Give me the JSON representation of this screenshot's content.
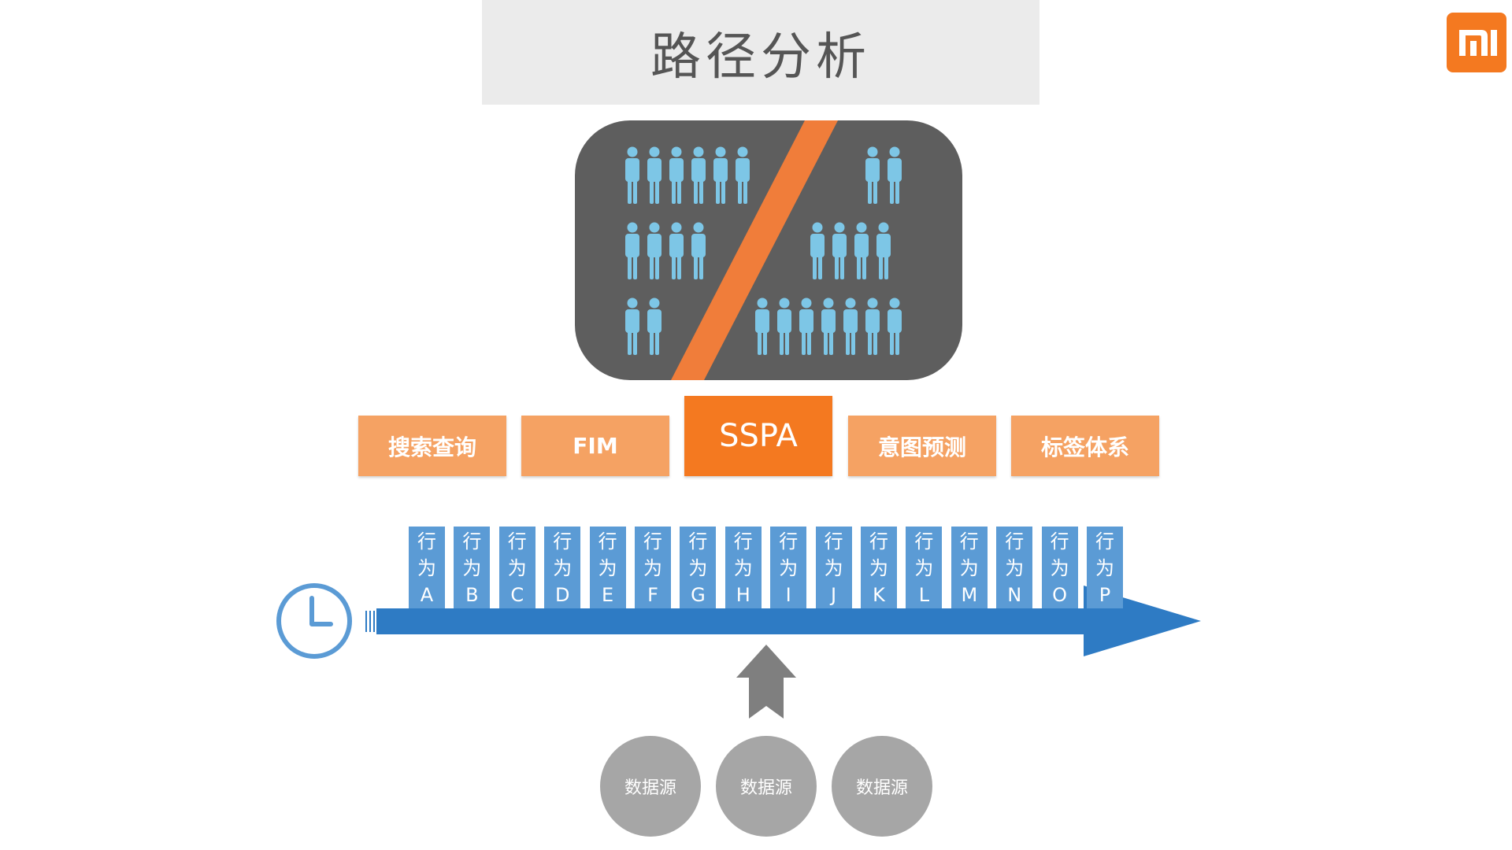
{
  "title": "路径分析",
  "colors": {
    "accent_orange": "#f47920",
    "light_orange": "#f5a263",
    "timeline_blue": "#2e7bc4",
    "chip_blue": "#5b9bd5",
    "person_blue": "#7dc6e6",
    "panel_gray": "#5e5e5e",
    "source_gray": "#a6a6a6"
  },
  "logo": {
    "icon": "mi-logo-icon"
  },
  "methods": [
    {
      "label": "搜索查询",
      "highlight": false
    },
    {
      "label": "FIM",
      "highlight": false
    },
    {
      "label": "SSPA",
      "highlight": true
    },
    {
      "label": "意图预测",
      "highlight": false
    },
    {
      "label": "标签体系",
      "highlight": false
    }
  ],
  "behaviors": [
    {
      "line1": "行",
      "line2": "为",
      "letter": "A"
    },
    {
      "line1": "行",
      "line2": "为",
      "letter": "B"
    },
    {
      "line1": "行",
      "line2": "为",
      "letter": "C"
    },
    {
      "line1": "行",
      "line2": "为",
      "letter": "D"
    },
    {
      "line1": "行",
      "line2": "为",
      "letter": "E"
    },
    {
      "line1": "行",
      "line2": "为",
      "letter": "F"
    },
    {
      "line1": "行",
      "line2": "为",
      "letter": "G"
    },
    {
      "line1": "行",
      "line2": "为",
      "letter": "H"
    },
    {
      "line1": "行",
      "line2": "为",
      "letter": "I"
    },
    {
      "line1": "行",
      "line2": "为",
      "letter": "J"
    },
    {
      "line1": "行",
      "line2": "为",
      "letter": "K"
    },
    {
      "line1": "行",
      "line2": "为",
      "letter": "L"
    },
    {
      "line1": "行",
      "line2": "为",
      "letter": "M"
    },
    {
      "line1": "行",
      "line2": "为",
      "letter": "N"
    },
    {
      "line1": "行",
      "line2": "为",
      "letter": "O"
    },
    {
      "line1": "行",
      "line2": "为",
      "letter": "P"
    }
  ],
  "sources": [
    "数据源",
    "数据源",
    "数据源"
  ],
  "icons": {
    "timeline_start": "clock-icon",
    "ingest": "up-arrow-icon",
    "timeline": "right-arrow-icon",
    "crowd": "person-icon"
  }
}
